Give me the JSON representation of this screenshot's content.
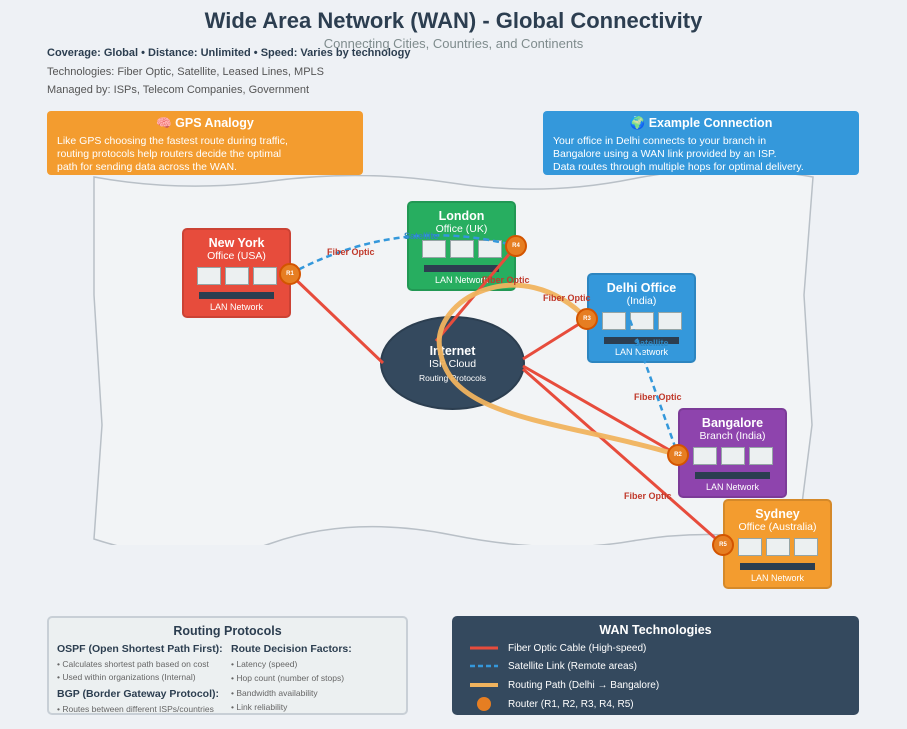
{
  "header": {
    "title": "Wide Area Network (WAN) - Global Connectivity",
    "subtitle": "Connecting Cities, Countries, and Continents",
    "specs": "Coverage: Global • Distance: Unlimited • Speed: Varies by technology",
    "technologies": "Technologies: Fiber Optic, Satellite, Leased Lines, MPLS",
    "managed_by": "Managed by: ISPs, Telecom Companies, Government"
  },
  "gps_callout": {
    "title": "🧠 GPS Analogy",
    "lines": [
      "Like GPS choosing the fastest route during traffic,",
      "routing protocols help routers decide the optimal",
      "path for sending data across the WAN."
    ],
    "color": "#f39c2f"
  },
  "example_callout": {
    "title": "🌍 Example Connection",
    "lines": [
      "Your office in Delhi connects to your branch in",
      "Bangalore using a WAN link provided by an ISP.",
      "Data routes through multiple hops for optimal delivery."
    ],
    "color": "#3498db"
  },
  "offices": {
    "newyork": {
      "name": "New York",
      "sub": "Office (USA)",
      "lan": "LAN Network",
      "color": "#e74c3c"
    },
    "london": {
      "name": "London",
      "sub": "Office (UK)",
      "lan": "LAN Network",
      "color": "#27ae60"
    },
    "delhi": {
      "name": "Delhi Office",
      "sub": "(India)",
      "lan": "LAN Network",
      "color": "#3498db"
    },
    "bangalore": {
      "name": "Bangalore",
      "sub": "Branch (India)",
      "lan": "LAN Network",
      "color": "#8e44ad"
    },
    "sydney": {
      "name": "Sydney",
      "sub": "Office (Australia)",
      "lan": "LAN Network",
      "color": "#f39c2f"
    }
  },
  "internet": {
    "name": "Internet",
    "sub": "ISP Cloud",
    "sub2": "Routing Protocols",
    "color": "#34495e"
  },
  "routers": {
    "r1": "R1",
    "r2": "R2",
    "r3": "R3",
    "r4": "R4",
    "r5": "R5"
  },
  "link_labels": {
    "fiber": "Fiber Optic",
    "satellite": "Satellite"
  },
  "routing_panel": {
    "title": "Routing Protocols",
    "ospf_title": "OSPF (Open Shortest Path First):",
    "ospf_items": [
      "• Calculates shortest path based on cost",
      "• Used within organizations (Internal)"
    ],
    "bgp_title": "BGP (Border Gateway Protocol):",
    "bgp_items": [
      "• Routes between different ISPs/countries"
    ],
    "factors_title": "Route Decision Factors:",
    "factors": [
      "• Latency (speed)",
      "• Hop count (number of stops)",
      "• Bandwidth availability",
      "• Link reliability"
    ]
  },
  "tech_panel": {
    "title": "WAN Technologies",
    "items": [
      "Fiber Optic Cable (High-speed)",
      "Satellite Link (Remote areas)",
      "Routing Path (Delhi → Bangalore)",
      "Router (R1, R2, R3, R4, R5)"
    ]
  },
  "colors": {
    "fiber": "#e74c3c",
    "satellite": "#3498db",
    "routing": "#f0b35e",
    "router": "#e67e22"
  }
}
